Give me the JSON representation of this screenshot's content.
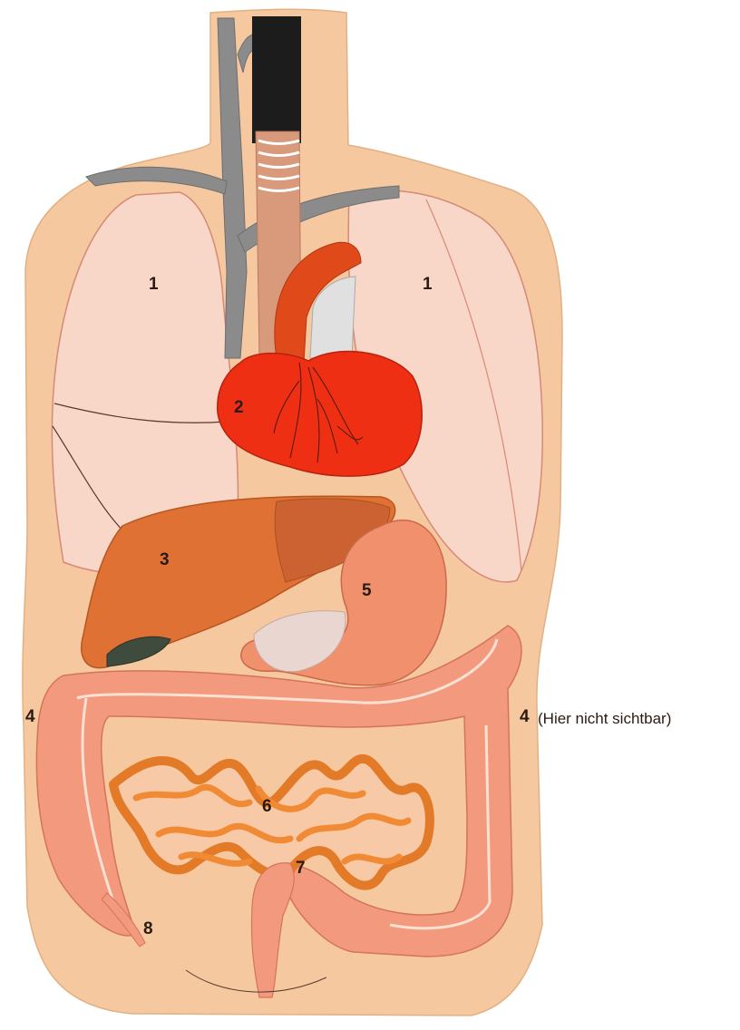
{
  "diagram": {
    "labels": {
      "lung_right": "1",
      "lung_left": "1",
      "heart": "2",
      "liver": "3",
      "colon_right": "4",
      "colon_left": "4",
      "stomach": "5",
      "small_intestine": "6",
      "rectum": "7",
      "appendix": "8"
    },
    "note": "(Hier nicht sichtbar)",
    "colors": {
      "skin": "#f5c89f",
      "lung": "#f8d6c8",
      "heart": "#ee2f14",
      "liver": "#df7135",
      "gallbladder": "#3f4b3c",
      "stomach": "#f0906c",
      "colon": "#f39a7e",
      "small_intestine": "#f08a35",
      "trachea": "#1c1c1c",
      "veins": "#8b8b8b"
    }
  }
}
